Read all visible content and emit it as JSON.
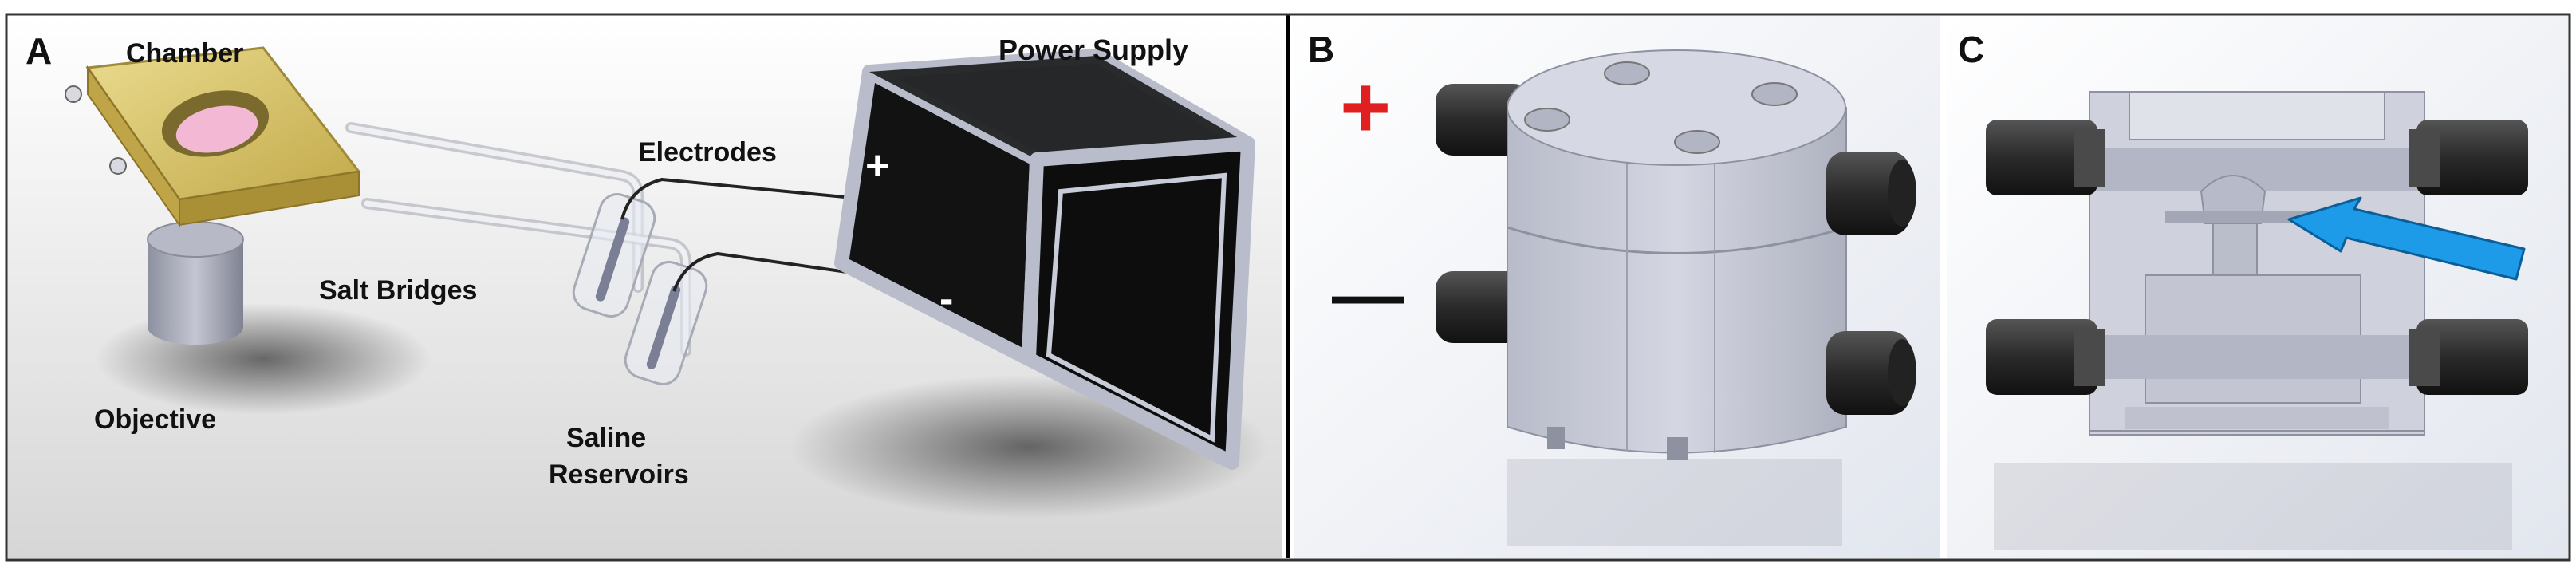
{
  "panels": {
    "a": {
      "letter": "A",
      "labels": {
        "chamber": "Chamber",
        "power_supply": "Power Supply",
        "electrodes": "Electrodes",
        "salt_bridges": "Salt Bridges",
        "objective": "Objective",
        "saline_line1": "Saline",
        "saline_line2": "Reservoirs",
        "plus": "+",
        "minus": "-"
      }
    },
    "b": {
      "letter": "B",
      "polarity_plus": "+",
      "polarity_minus": "—"
    },
    "c": {
      "letter": "C"
    }
  },
  "colors": {
    "plus_sign": "#e02020",
    "minus_sign": "#111111",
    "arrow": "#1e9be8",
    "chamber_gold": "#d8c46a",
    "supply_black": "#111111",
    "supply_frame": "#b9bccb",
    "block_grey": "#c9cbd8"
  }
}
